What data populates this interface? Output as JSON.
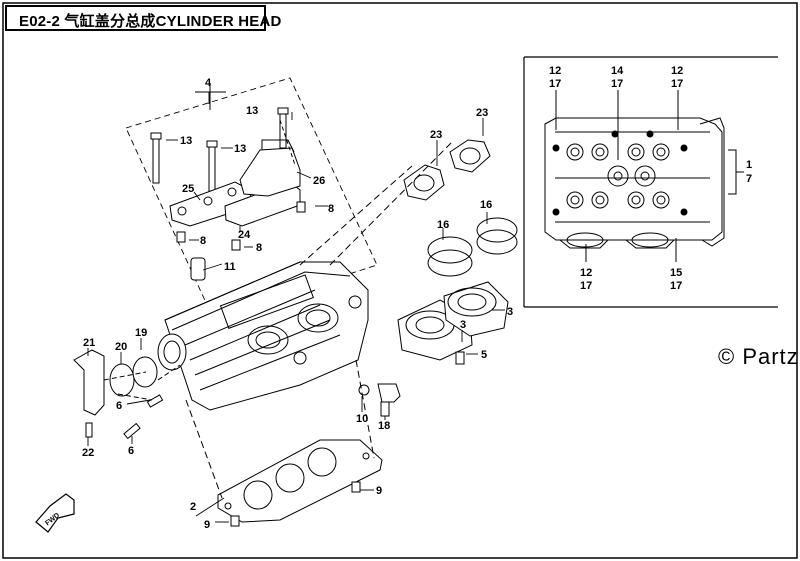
{
  "header": {
    "title": "E02-2 气缸盖分总成CYLINDER HEAD"
  },
  "watermark": "© Partzi",
  "fwd_label": "FWD",
  "callouts": {
    "c4": "4",
    "c13a": "13",
    "c13b": "13",
    "c13c": "13",
    "c26": "26",
    "c25": "25",
    "c8a": "8",
    "c8b": "8",
    "c8c": "8",
    "c24": "24",
    "c11": "11",
    "c23a": "23",
    "c23b": "23",
    "c16": "16",
    "c16b": "16",
    "c3a": "3",
    "c3b": "3",
    "c5": "5",
    "c21": "21",
    "c20": "20",
    "c19": "19",
    "c6a": "6",
    "c6b": "6",
    "c22": "22",
    "c10": "10",
    "c18": "18",
    "c9a": "9",
    "c9b": "9",
    "c2": "2",
    "v12a": "12",
    "v17a": "17",
    "v14": "14",
    "v17b": "17",
    "v12b": "12",
    "v17c": "17",
    "v1": "1",
    "v7": "7",
    "v12c": "12",
    "v17d": "17",
    "v15": "15",
    "v17e": "17"
  }
}
